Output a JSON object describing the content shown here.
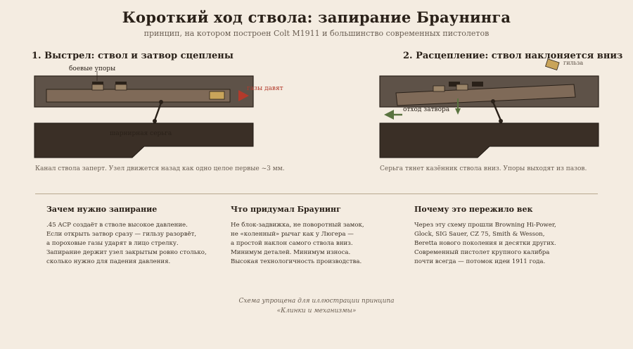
{
  "header": {
    "title": "Короткий ход ствола: запирание Браунинга",
    "subtitle": "принцип, на котором построен Colt M1911 и большинство современных пистолетов"
  },
  "panel_left": {
    "title": "1. Выстрел: ствол и затвор сцеплены",
    "labels": {
      "lugs": "боевые упоры",
      "gases": "газы давят",
      "link": "шарнирная серьга"
    },
    "caption": "Канал ствола заперт. Узел движется назад как одно целое первые ~3 мм."
  },
  "panel_right": {
    "title": "2. Расцепление: ствол наклоняется вниз",
    "labels": {
      "casing": "гильза",
      "slide_back": "отход затвора"
    },
    "caption": "Серьга тянет казённик ствола вниз. Упоры выходят из пазов."
  },
  "columns": [
    {
      "heading": "Зачем нужно запирание",
      "lines": [
        ".45 ACP создаёт в стволе высокое давление.",
        "Если открыть затвор сразу — гильзу разорвёт,",
        "а пороховые газы ударят в лицо стрелку.",
        "Запирание держит узел закрытым ровно столько,",
        "сколько нужно для падения давления."
      ]
    },
    {
      "heading": "Что придумал Браунинг",
      "lines": [
        "Не блок-задвижка, не поворотный замок,",
        "не «коленный» рычаг как у Люгера —",
        "а простой наклон самого ствола вниз.",
        "Минимум деталей. Минимум износа.",
        "Высокая технологичность производства."
      ]
    },
    {
      "heading": "Почему это пережило век",
      "lines": [
        "Через эту схему прошли Browning Hi-Power,",
        "Glock, SIG Sauer, CZ 75, Smith & Wesson,",
        "Beretta нового поколения и десятки других.",
        "Современный пистолет крупного калибра",
        "почти всегда — потомок идеи 1911 года."
      ]
    }
  ],
  "footer": {
    "line1": "Схема упрощена для иллюстрации принципа",
    "line2": "«Клинки и механизмы»"
  },
  "colors": {
    "background": "#f4ece1",
    "slide": "#5e5248",
    "barrel": "#7f6a58",
    "frame": "#3a2f26",
    "cartridge": "#c9a45a",
    "gas_arrow": "#b23a2b",
    "motion_arrow": "#5a7340"
  }
}
